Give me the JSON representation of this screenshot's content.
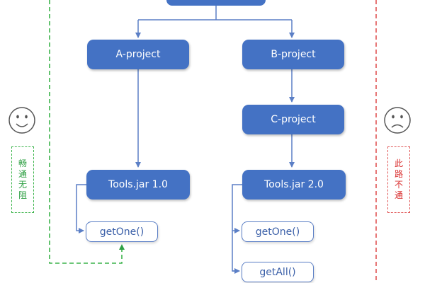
{
  "nodes": {
    "a_project": "A-project",
    "b_project": "B-project",
    "c_project": "C-project",
    "tools_v1": "Tools.jar 1.0",
    "tools_v2": "Tools.jar 2.0"
  },
  "methods": {
    "left_getone": "getOne()",
    "right_getone": "getOne()",
    "right_getall": "getAll()"
  },
  "labels": {
    "good": [
      "畅",
      "通",
      "无",
      "阻"
    ],
    "bad": [
      "此",
      "路",
      "不",
      "通"
    ]
  },
  "colors": {
    "node_fill": "#4472c4",
    "arrow": "#5b7fc6",
    "good": "#3cb44b",
    "bad": "#e05555"
  },
  "icons": {
    "left_face": "smiley-face-icon",
    "right_face": "sad-face-icon"
  }
}
